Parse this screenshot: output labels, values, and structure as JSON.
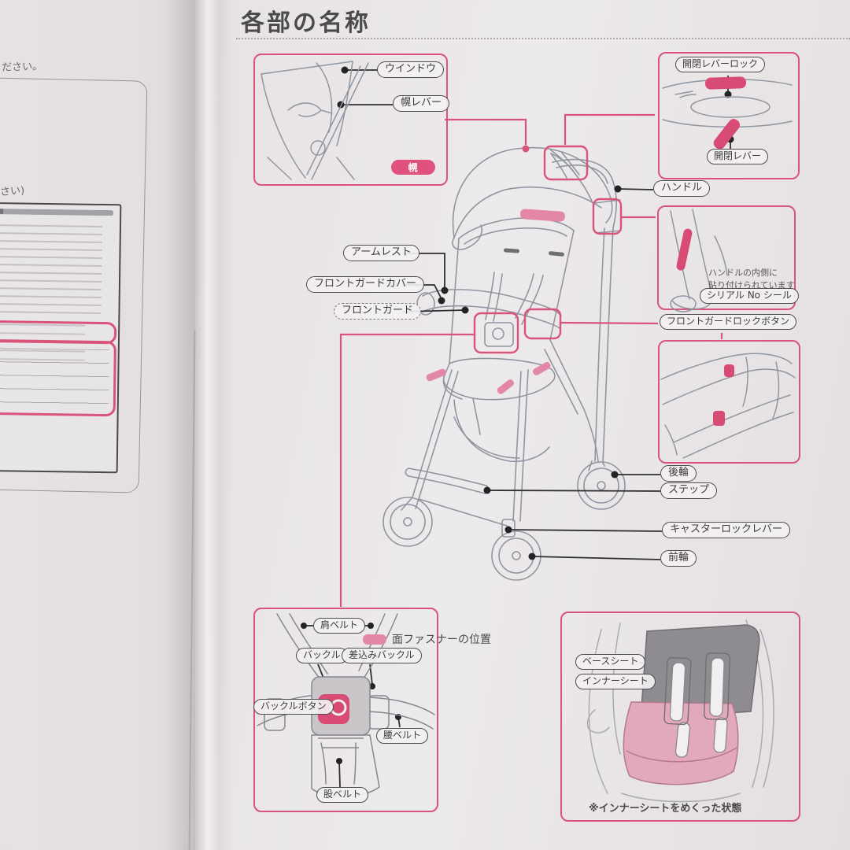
{
  "title": "各部の名称",
  "left_page": {
    "text_top": "ださい。",
    "text_mid": "さい)"
  },
  "labels": {
    "window": "ウインドウ",
    "hood_lever": "幌レバー",
    "hood_badge": "幌",
    "fold_lever_lock": "開閉レバーロック",
    "fold_lever": "開閉レバー",
    "handle": "ハンドル",
    "armrest": "アームレスト",
    "front_guard_cover": "フロントガードカバー",
    "front_guard": "フロントガード",
    "serial_note_1": "ハンドルの内側に",
    "serial_note_2": "貼り付けられています",
    "serial_seal": "シリアル No シール",
    "front_guard_lock_button": "フロントガードロックボタン",
    "rear_wheel": "後輪",
    "step": "ステップ",
    "caster_lock_lever": "キャスターロックレバー",
    "front_wheel": "前輪",
    "shoulder_belt": "肩ベルト",
    "buckle": "バックル",
    "insert_buckle": "差込みバックル",
    "buckle_button": "バックルボタン",
    "waist_belt": "腰ベルト",
    "crotch_belt": "股ベルト",
    "base_seat": "ベースシート",
    "inner_seat": "インナーシート",
    "inner_seat_caption": "※インナーシートをめくった状態"
  },
  "legend": {
    "velcro_position": "面ファスナーの位置"
  },
  "colors": {
    "accent_pink": "#d9537b",
    "badge_pink": "#e0517d",
    "velcro_pink": "#e287a8",
    "sketch_gray": "#9096a0",
    "ink": "#3c3c3e",
    "paper": "#e9e5e7"
  }
}
